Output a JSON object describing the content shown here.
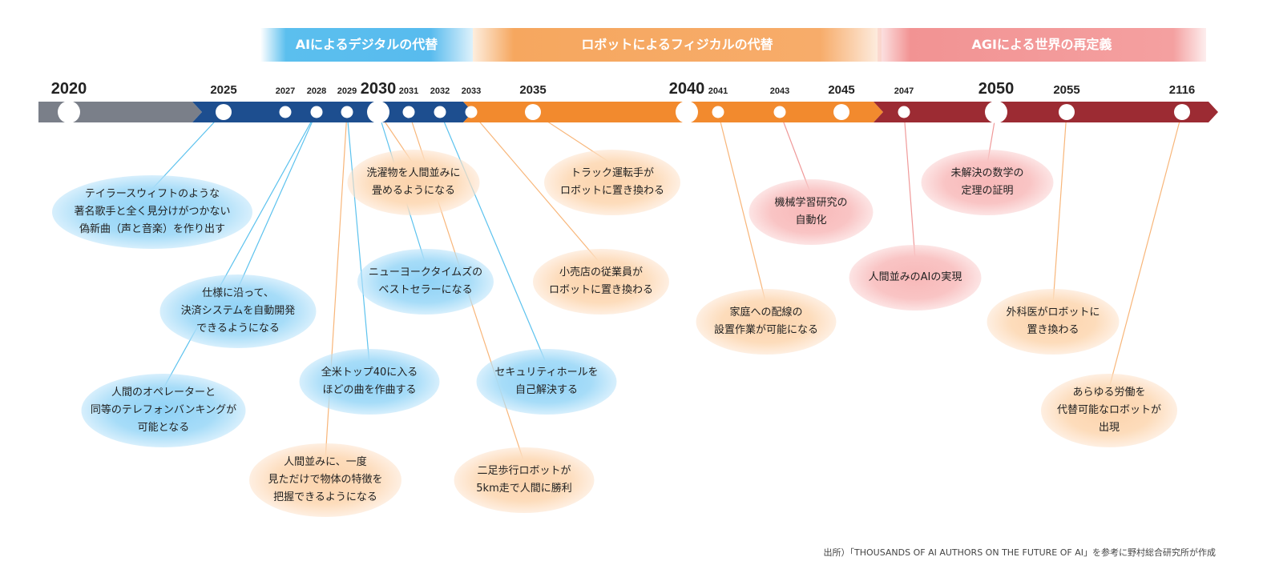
{
  "eras": [
    {
      "label": "AIによるデジタルの代替"
    },
    {
      "label": "ロボットによるフィジカルの代替"
    },
    {
      "label": "AGIによる世界の再定義"
    }
  ],
  "years": [
    "2020",
    "2025",
    "2027",
    "2028",
    "2029",
    "2030",
    "2031",
    "2032",
    "2033",
    "2035",
    "2040",
    "2041",
    "2043",
    "2045",
    "2047",
    "2050",
    "2055",
    "2116"
  ],
  "milestones": [
    {
      "text": "テイラースウィフトのような\n著名歌手と全く見分けがつかない\n偽新曲（声と音楽）を作り出す",
      "year": "2025"
    },
    {
      "text": "仕様に沿って、\n決済システムを自動開発\nできるようになる",
      "year": "2028"
    },
    {
      "text": "人間のオペレーターと\n同等のテレフォンバンキングが\n可能となる",
      "year": "2028"
    },
    {
      "text": "全米トップ40に入る\nほどの曲を作曲する",
      "year": "2029"
    },
    {
      "text": "人間並みに、一度\n見ただけで物体の特徴を\n把握できるようになる",
      "year": "2029"
    },
    {
      "text": "洗濯物を人間並みに\n畳めるようになる",
      "year": "2030"
    },
    {
      "text": "ニューヨークタイムズの\nベストセラーになる",
      "year": "2030"
    },
    {
      "text": "二足歩行ロボットが\n5km走で人間に勝利",
      "year": "2031"
    },
    {
      "text": "セキュリティホールを\n自己解決する",
      "year": "2032"
    },
    {
      "text": "小売店の従業員が\nロボットに置き換わる",
      "year": "2033"
    },
    {
      "text": "トラック運転手が\nロボットに置き換わる",
      "year": "2035"
    },
    {
      "text": "家庭への配線の\n設置作業が可能になる",
      "year": "2041"
    },
    {
      "text": "機械学習研究の\n自動化",
      "year": "2043"
    },
    {
      "text": "人間並みのAIの実現",
      "year": "2047"
    },
    {
      "text": "未解決の数学の\n定理の証明",
      "year": "2050"
    },
    {
      "text": "外科医がロボットに\n置き換わる",
      "year": "2055"
    },
    {
      "text": "あらゆる労働を\n代替可能なロボットが\n出現",
      "year": "2116"
    }
  ],
  "colors": {
    "gray": "#7a7f89",
    "blue": "#1d4e8f",
    "orange": "#f28a2e",
    "red": "#9c2b33",
    "line_blue": "#5cc2ee",
    "line_orange": "#f8b67a",
    "line_red": "#f09a9a"
  },
  "source": "出所）「THOUSANDS OF AI AUTHORS ON THE FUTURE OF AI」を参考に野村総合研究所が作成"
}
